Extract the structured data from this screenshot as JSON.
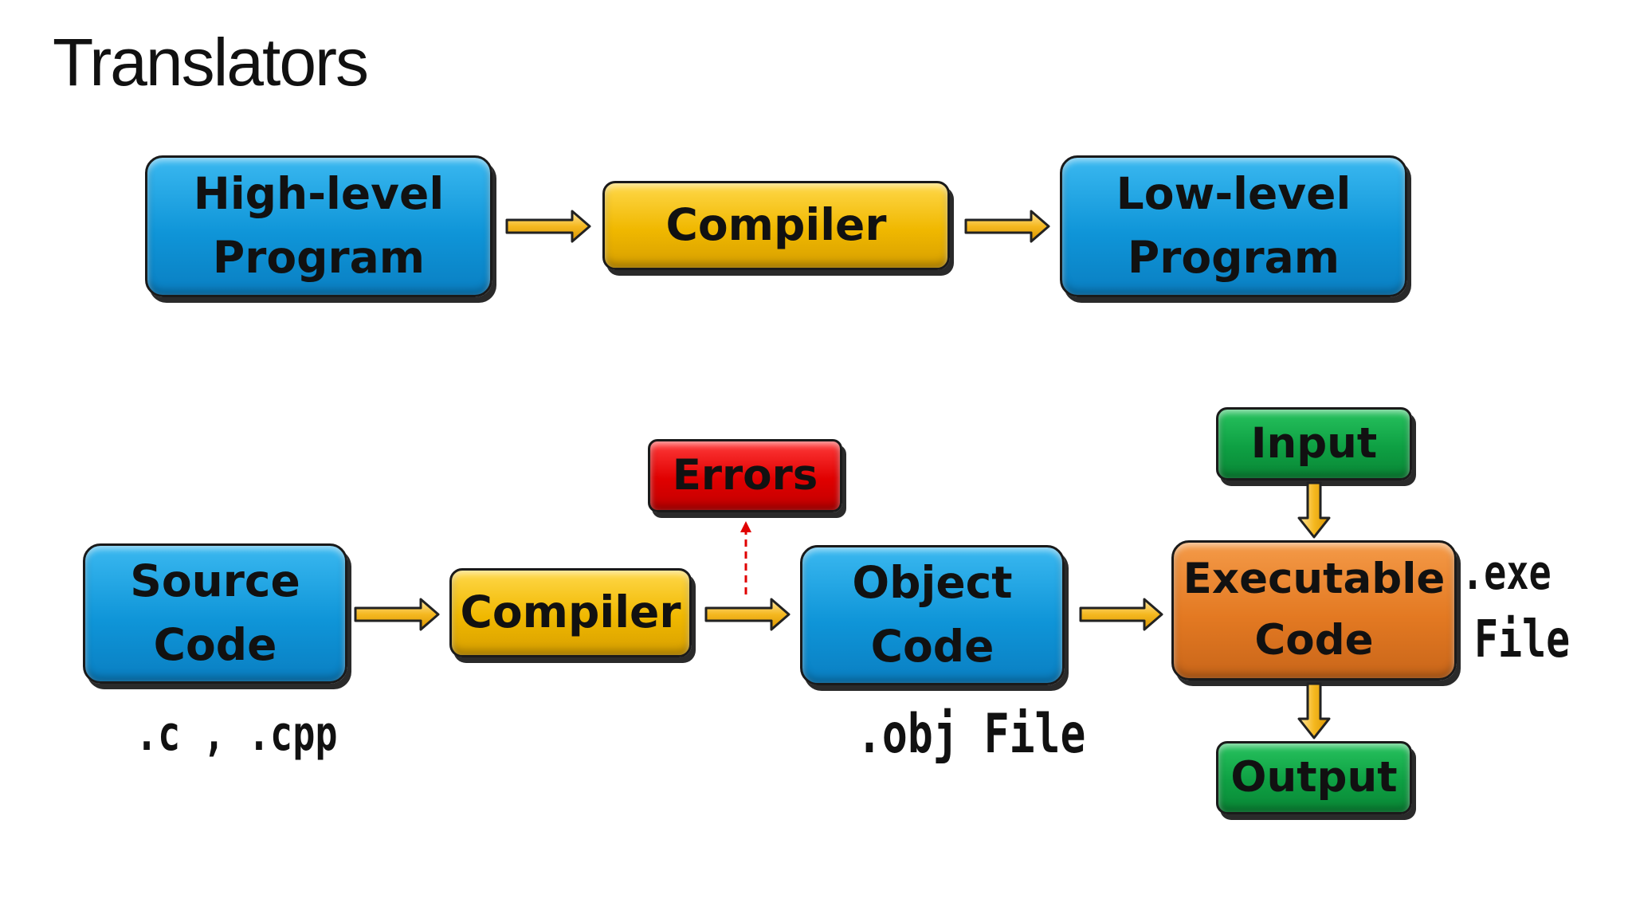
{
  "title": "Translators",
  "top_row": {
    "high_level": "High-level\nProgram",
    "compiler": "Compiler",
    "low_level": "Low-level\nProgram"
  },
  "bottom_row": {
    "source": "Source\nCode",
    "compiler": "Compiler",
    "errors": "Errors",
    "object": "Object\nCode",
    "executable": "Executable\nCode",
    "input": "Input",
    "output": "Output"
  },
  "labels": {
    "source_ext": ".c , .cpp",
    "obj_ext": ".obj File",
    "exe_ext": ".exe",
    "exe_file": "File"
  },
  "colors": {
    "blue": "#0f95d8",
    "yellow": "#f0b800",
    "red": "#e00000",
    "green": "#0ea043",
    "orange": "#e37922",
    "arrow": "#f5b820"
  }
}
